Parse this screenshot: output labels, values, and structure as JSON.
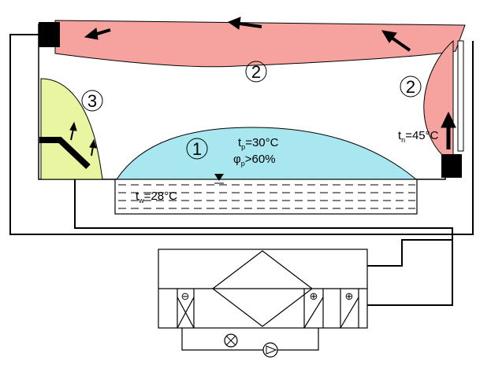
{
  "zones": {
    "zone1": "1",
    "zone2_top": "2",
    "zone2_right": "2",
    "zone3": "3"
  },
  "labels": {
    "tp": {
      "sym": "t",
      "sub": "p",
      "val": "=30°C"
    },
    "phi": {
      "sym": "φ",
      "sub": "p",
      "val": ">60%"
    },
    "tn": {
      "sym": "t",
      "sub": "n",
      "val": "=45°C"
    },
    "tw": {
      "sym": "t",
      "sub": "w",
      "val": "=28°C"
    }
  },
  "unit_symbols": {
    "minus": "⊖",
    "plus_a": "⊕",
    "plus_b": "⊕"
  },
  "colors": {
    "duct_air": "#f6a3a0",
    "pool_vapor": "#a8e7f0",
    "yellow_zone": "#e9f5a0",
    "line": "#000000",
    "fill_dark": "#000000"
  },
  "icons": {
    "valve": "valve-x-icon",
    "compressor": "compressor-icon",
    "water_level": "water-level-icon"
  }
}
